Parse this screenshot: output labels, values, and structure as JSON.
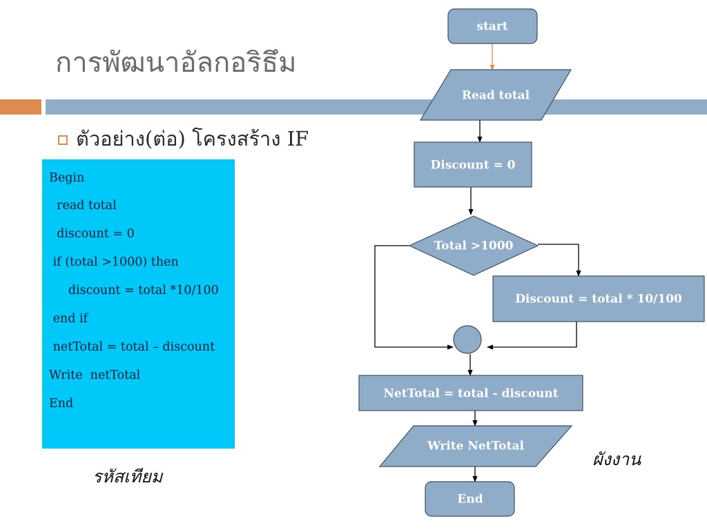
{
  "title": "การพัฒนาอัลกอริธึม",
  "bullet": "ตัวอย่าง(ต่อ) โครงสร้าง IF",
  "pseudocode": [
    "Begin",
    "  read total",
    "  discount = 0",
    " if (total >1000) then",
    "     discount = total *10/100",
    " end if",
    " netTotal = total – discount",
    "Write  netTotal",
    "End"
  ],
  "caption_pseudocode": "รหัสเทียม",
  "caption_flowchart": "ผังงาน",
  "flowchart": {
    "nodes": {
      "start": {
        "shape": "terminator",
        "label": "start"
      },
      "read": {
        "shape": "parallelogram",
        "label": "Read  total"
      },
      "discount_init": {
        "shape": "process",
        "label": "Discount = 0"
      },
      "decision": {
        "shape": "decision",
        "label": "Total >1000"
      },
      "discount_calc": {
        "shape": "process",
        "label": "Discount = total * 10/100"
      },
      "connector": {
        "shape": "connector",
        "label": ""
      },
      "net_total": {
        "shape": "process",
        "label": "NetTotal = total - discount"
      },
      "write": {
        "shape": "parallelogram",
        "label": "Write NetTotal"
      },
      "end": {
        "shape": "terminator",
        "label": "End"
      }
    },
    "edges": [
      {
        "from": "start",
        "to": "read"
      },
      {
        "from": "read",
        "to": "discount_init"
      },
      {
        "from": "discount_init",
        "to": "decision"
      },
      {
        "from": "decision",
        "to": "discount_calc",
        "branch": "true"
      },
      {
        "from": "decision",
        "to": "connector",
        "branch": "false"
      },
      {
        "from": "discount_calc",
        "to": "connector"
      },
      {
        "from": "connector",
        "to": "net_total"
      },
      {
        "from": "net_total",
        "to": "write"
      },
      {
        "from": "write",
        "to": "end"
      }
    ]
  },
  "colors": {
    "node_fill": "#8fadc9",
    "node_stroke": "#3d4f61",
    "node_text": "#ffffff",
    "edge": "#000000",
    "start_arrow": "#df8a4f",
    "code_panel": "#00c8f8",
    "accent": "#df8a4f",
    "header_bar": "#8fadc9"
  }
}
